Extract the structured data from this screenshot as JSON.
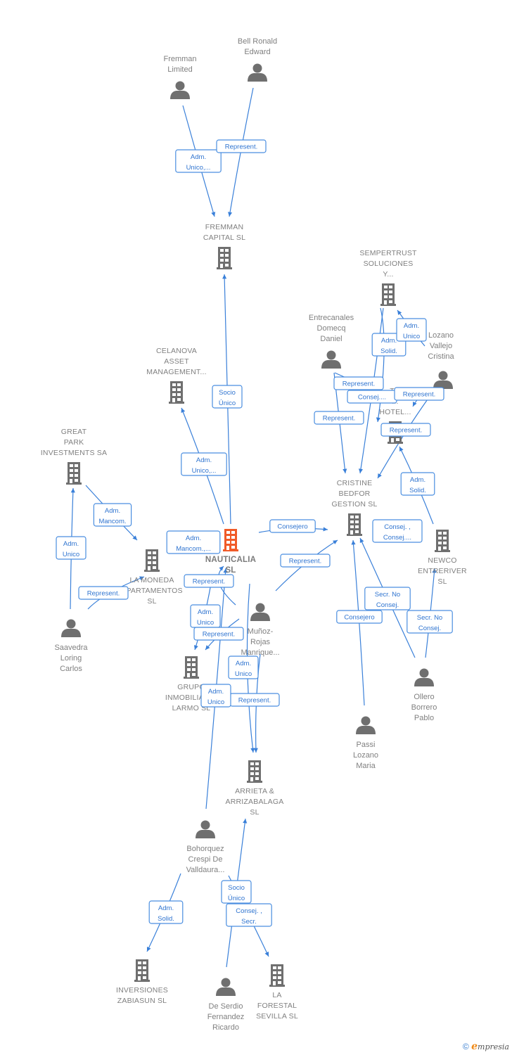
{
  "title": "Company network graph - NAUTICALIA SL",
  "colors": {
    "edge": "#3a80d9",
    "node": "#6f6f6f",
    "focus": "#f05a28",
    "label": "#808080"
  },
  "nodes": [
    {
      "id": "fremman_limited",
      "type": "person",
      "lines": [
        "Fremman",
        "Limited"
      ]
    },
    {
      "id": "bell_ronald",
      "type": "person",
      "lines": [
        "Bell Ronald",
        "Edward"
      ]
    },
    {
      "id": "fremman_capital",
      "type": "company",
      "lines": [
        "FREMMAN",
        "CAPITAL  SL"
      ]
    },
    {
      "id": "sempertrust",
      "type": "company",
      "lines": [
        "SEMPERTRUST",
        "SOLUCIONES",
        "Y..."
      ]
    },
    {
      "id": "entrecanales",
      "type": "person",
      "lines": [
        "Entrecanales",
        "Domecq",
        "Daniel"
      ]
    },
    {
      "id": "lozano_vallejo",
      "type": "person",
      "lines": [
        "Lozano",
        "Vallejo",
        "Cristina"
      ]
    },
    {
      "id": "cristine_hotel",
      "type": "company",
      "lines": [
        "...TINE",
        "...",
        "HOTEL..."
      ]
    },
    {
      "id": "celanova",
      "type": "company",
      "lines": [
        "CELANOVA",
        "ASSET",
        "MANAGEMENT..."
      ]
    },
    {
      "id": "great_park",
      "type": "company",
      "lines": [
        "GREAT",
        "PARK",
        "INVESTMENTS SA"
      ]
    },
    {
      "id": "cristine_bedfor",
      "type": "company",
      "lines": [
        "CRISTINE",
        "BEDFOR",
        "GESTION  SL"
      ]
    },
    {
      "id": "nauticalia",
      "type": "focus",
      "lines": [
        "NAUTICALIA",
        "SL"
      ]
    },
    {
      "id": "la_moneda",
      "type": "company",
      "lines": [
        "LA MONEDA",
        "APARTAMENTOS",
        "SL"
      ]
    },
    {
      "id": "newco",
      "type": "company",
      "lines": [
        "NEWCO",
        "ENTRERIVER",
        "SL"
      ]
    },
    {
      "id": "saavedra",
      "type": "person",
      "lines": [
        "Saavedra",
        "Loring",
        "Carlos"
      ]
    },
    {
      "id": "munoz_rojas",
      "type": "person",
      "lines": [
        "Muñoz-",
        "Rojas",
        "Manrique..."
      ]
    },
    {
      "id": "grupo_larmo",
      "type": "company",
      "lines": [
        "GRUPO",
        "INMOBILIARIO",
        "LARMO  SL"
      ]
    },
    {
      "id": "ollero",
      "type": "person",
      "lines": [
        "Ollero",
        "Borrero",
        "Pablo"
      ]
    },
    {
      "id": "passi",
      "type": "person",
      "lines": [
        "Passi",
        "Lozano",
        "Maria"
      ]
    },
    {
      "id": "arrieta",
      "type": "company",
      "lines": [
        "ARRIETA &",
        "ARRIZABALAGA",
        "SL"
      ]
    },
    {
      "id": "bohorquez",
      "type": "person",
      "lines": [
        "Bohorquez",
        "Crespi De",
        "Valldaura..."
      ]
    },
    {
      "id": "inversiones_zabiasun",
      "type": "company",
      "lines": [
        "INVERSIONES",
        "ZABIASUN  SL"
      ]
    },
    {
      "id": "de_serdio",
      "type": "person",
      "lines": [
        "De Serdio",
        "Fernandez",
        "Ricardo"
      ]
    },
    {
      "id": "la_forestal",
      "type": "company",
      "lines": [
        "LA",
        "FORESTAL",
        "SEVILLA  SL"
      ]
    }
  ],
  "edges": [
    {
      "from": "fremman_limited",
      "to": "fremman_capital",
      "label": [
        "Adm.",
        "Unico,..."
      ]
    },
    {
      "from": "bell_ronald",
      "to": "fremman_capital",
      "label": [
        "Represent."
      ]
    },
    {
      "from": "nauticalia",
      "to": "fremman_capital",
      "label": [
        "Socio",
        "Único"
      ]
    },
    {
      "from": "nauticalia",
      "to": "celanova",
      "label": [
        "Adm.",
        "Unico,..."
      ]
    },
    {
      "from": "great_park",
      "to": "la_moneda",
      "label": [
        "Adm.",
        "Mancom."
      ]
    },
    {
      "from": "saavedra",
      "to": "great_park",
      "label": [
        "Adm.",
        "Unico"
      ]
    },
    {
      "from": "saavedra",
      "to": "la_moneda",
      "label": [
        "Represent."
      ]
    },
    {
      "from": "nauticalia",
      "to": "la_moneda",
      "label": [
        "Adm.",
        "Mancom.,..."
      ]
    },
    {
      "from": "nauticalia",
      "to": "cristine_bedfor",
      "label": [
        "Consejero"
      ]
    },
    {
      "from": "munoz_rojas",
      "to": "cristine_bedfor",
      "label": [
        "Represent."
      ]
    },
    {
      "from": "sempertrust",
      "to": "cristine_hotel",
      "label": [
        "Adm.",
        "Solid."
      ]
    },
    {
      "from": "lozano_vallejo",
      "to": "sempertrust",
      "label": [
        "Adm.",
        "Unico"
      ]
    },
    {
      "from": "entrecanales",
      "to": "cristine_bedfor",
      "label": [
        "Represent."
      ]
    },
    {
      "from": "entrecanales",
      "to": "cristine_hotel",
      "label": [
        "Represent."
      ]
    },
    {
      "from": "sempertrust",
      "to": "cristine_bedfor",
      "label": [
        "Consej...."
      ]
    },
    {
      "from": "lozano_vallejo",
      "to": "cristine_hotel",
      "label": [
        "Represent."
      ]
    },
    {
      "from": "lozano_vallejo",
      "to": "cristine_bedfor",
      "label": [
        "Represent."
      ]
    },
    {
      "from": "newco",
      "to": "cristine_hotel",
      "label": [
        "Adm.",
        "Solid."
      ]
    },
    {
      "from": "newco",
      "to": "cristine_bedfor",
      "label": [
        "Consej. ,",
        "Consej...."
      ]
    },
    {
      "from": "passi",
      "to": "cristine_bedfor",
      "label": [
        "Consejero"
      ]
    },
    {
      "from": "ollero",
      "to": "cristine_bedfor",
      "label": [
        "Secr.  No",
        "Consej."
      ]
    },
    {
      "from": "ollero",
      "to": "newco",
      "label": [
        "Secr.  No",
        "Consej."
      ]
    },
    {
      "from": "munoz_rojas",
      "to": "nauticalia",
      "label": [
        "Represent."
      ]
    },
    {
      "from": "munoz_rojas",
      "to": "grupo_larmo",
      "label": [
        "Adm.",
        "Unico"
      ]
    },
    {
      "from": "munoz_rojas",
      "to": "grupo_larmo",
      "label": [
        "Represent."
      ]
    },
    {
      "from": "munoz_rojas",
      "to": "arrieta",
      "label": [
        "Adm.",
        "Unico"
      ]
    },
    {
      "from": "munoz_rojas",
      "to": "arrieta",
      "label": [
        "Represent."
      ]
    },
    {
      "from": "bohorquez",
      "to": "nauticalia",
      "label": [
        "Adm.",
        "Unico"
      ]
    },
    {
      "from": "bohorquez",
      "to": "inversiones_zabiasun",
      "label": [
        "Adm.",
        "Solid."
      ]
    },
    {
      "from": "bohorquez",
      "to": "la_forestal",
      "label": [
        "Consej. ,",
        "Secr."
      ]
    },
    {
      "from": "de_serdio",
      "to": "arrieta",
      "label": [
        "Socio",
        "Único"
      ]
    }
  ],
  "footer": {
    "copyright": "©",
    "brand_initial": "e",
    "brand_rest": "mpresia"
  }
}
